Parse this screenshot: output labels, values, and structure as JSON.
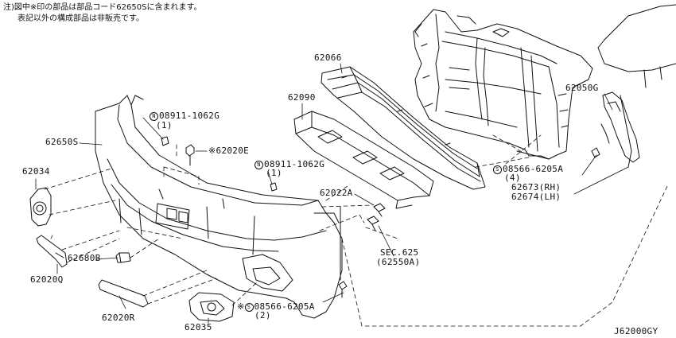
{
  "header_notes": {
    "line1": "注)図中※印の部品は部品コード62650Sに含まれます。",
    "line2": "表記以外の構成部品は非販売です。"
  },
  "symbols": {
    "N_circle": "N",
    "S_circle": "S",
    "asterisk": "※"
  },
  "part_labels": {
    "p62066": "62066",
    "p62090": "62090",
    "p62050G": "62050G",
    "p62650S": "62650S",
    "p62034": "62034",
    "p62020E": "62020E",
    "nut1_code": "08911-1062G",
    "nut1_qty": "(1)",
    "nut2_code": "08911-1062G",
    "nut2_qty": "(1)",
    "bolt1_code": "08566-6205A",
    "bolt1_qty": "(4)",
    "p62673": "62673(RH)",
    "p62674": "62674(LH)",
    "p62022A": "62022A",
    "sec_ref": "SEC.625",
    "sec_sub": "(62550A)",
    "p62680B": "62680B",
    "p62020Q": "62020Q",
    "bolt2_code": "08566-6205A",
    "bolt2_qty": "(2)",
    "p62020R": "62020R",
    "p62035": "62035"
  },
  "diagram_id": "J62000GY"
}
